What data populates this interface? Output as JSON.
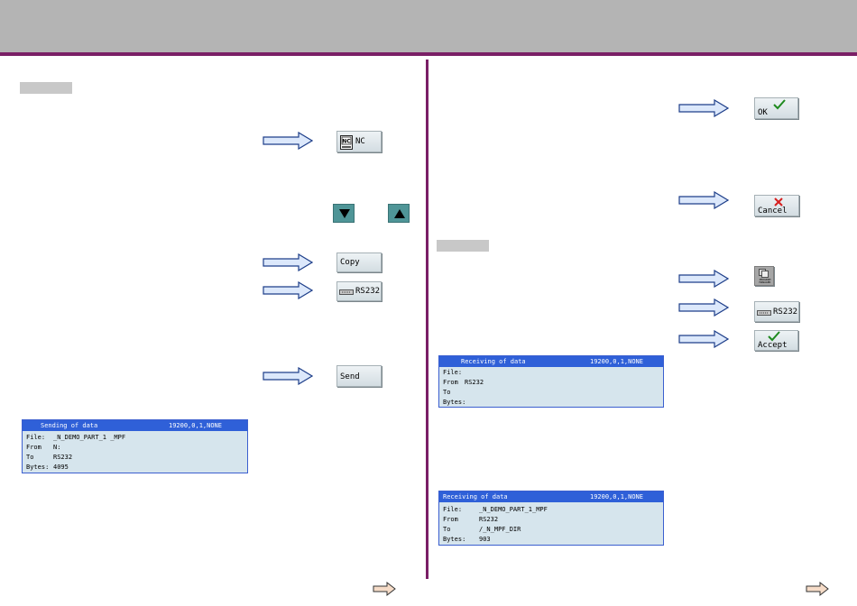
{
  "softkeys": {
    "nc": "NC",
    "copy": "Copy",
    "rs232_left": "RS232",
    "send": "Send",
    "ok": "OK",
    "cancel": "Cancel",
    "rs232_right": "RS232",
    "accept": "Accept",
    "program_manager": "PROGRAM MANAGER"
  },
  "send_panel": {
    "title": "Sending of data",
    "settings": "19200,0,1,NONE",
    "rows": [
      {
        "key": "File:",
        "value": "_N_DEMO_PART_1 _MPF"
      },
      {
        "key": "From",
        "value": "N:"
      },
      {
        "key": "To",
        "value": "RS232"
      },
      {
        "key": "Bytes:",
        "value": "4095"
      }
    ]
  },
  "receive_panel_1": {
    "title": "Receiving of data",
    "settings": "19200,0,1,NONE",
    "rows": [
      {
        "key": "File:",
        "value": ""
      },
      {
        "key": "From",
        "value": "RS232"
      },
      {
        "key": "To",
        "value": ""
      },
      {
        "key": "Bytes:",
        "value": ""
      }
    ]
  },
  "receive_panel_2": {
    "title": "Receiving of data",
    "settings": "19200,0,1,NONE",
    "rows": [
      {
        "key": "File:",
        "value": "_N_DEMO_PART_1_MPF"
      },
      {
        "key": "From",
        "value": "RS232"
      },
      {
        "key": "To",
        "value": "/_N_MPF_DIR"
      },
      {
        "key": "Bytes:",
        "value": "903"
      }
    ]
  },
  "colors": {
    "header": "#b4b4b4",
    "accent": "#7a1f66",
    "arrow_fill": "#dce8fb",
    "panel_title": "#2f60d8",
    "panel_body": "#d6e5ed"
  },
  "icons": [
    "right-arrow-icon",
    "nc-drive-icon",
    "rs232-connector-icon",
    "check-icon",
    "cross-icon",
    "down-arrow-icon",
    "up-arrow-icon",
    "program-manager-icon",
    "next-page-icon"
  ]
}
